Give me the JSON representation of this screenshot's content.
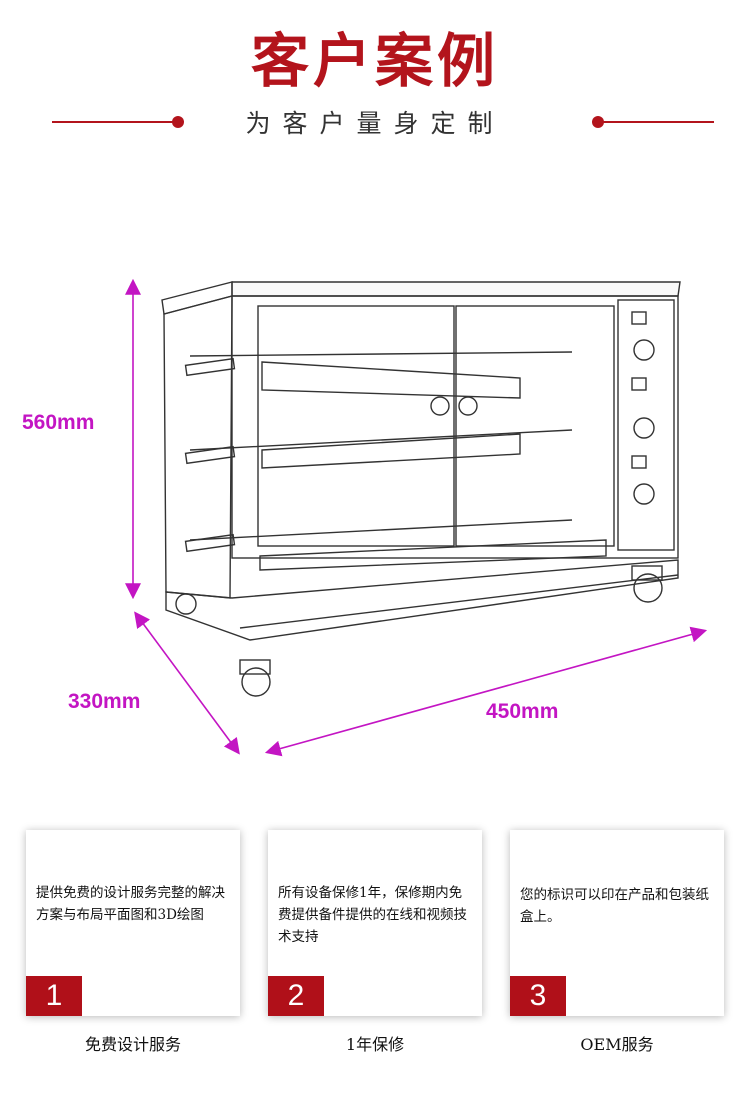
{
  "header": {
    "title": "客户案例",
    "subtitle": "为客户量身定制"
  },
  "dimensions": {
    "height": "560mm",
    "depth": "330mm",
    "width": "450mm"
  },
  "features": [
    {
      "number": "1",
      "text": "提供免费的设计服务完整的解决方案与布局平面图和3D绘图",
      "caption": "免费设计服务"
    },
    {
      "number": "2",
      "text": "所有设备保修1年，保修期内免费提供备件提供的在线和视频技术支持",
      "caption": "1年保修"
    },
    {
      "number": "3",
      "text": "您的标识可以印在产品和包装纸盒上。",
      "caption": "OEM服务"
    }
  ],
  "colors": {
    "accent": "#b3141c",
    "dimension": "#c315c3"
  }
}
